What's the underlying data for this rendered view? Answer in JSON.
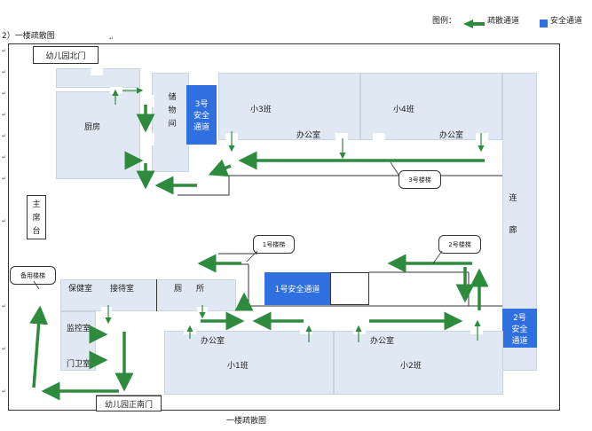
{
  "legend": {
    "label": "图例：",
    "evac_label": "疏散通道",
    "safe_label": "安全通道",
    "evac_color": "#2e8b3e",
    "safe_color": "#2f6fe0"
  },
  "heading": "2）一楼疏散图",
  "caption": "一楼疏散图",
  "rooms": {
    "north_gate": "幼儿园北门",
    "kitchen": "厨房",
    "storage": "储物间",
    "class3": "小3班",
    "class4": "小4班",
    "office_top_left": "办公室",
    "office_top_right": "办公室",
    "stage": "主席台",
    "corridor": "连廊",
    "health": "保健室",
    "reception": "接待室",
    "toilet": "厕所",
    "monitor": "监控室",
    "guard": "门卫室",
    "office_bottom_left": "办公室",
    "office_bottom_right": "办公室",
    "class1": "小1班",
    "class2": "小2班",
    "south_gate": "幼儿园正南门"
  },
  "safe_passages": {
    "p1": "1号安全通道",
    "p2": "2号安全通道",
    "p3": "3号安全通道"
  },
  "stairs": {
    "s1": "1号楼梯",
    "s2": "2号楼梯",
    "s3": "3号楼梯",
    "s4": "备用楼梯"
  }
}
